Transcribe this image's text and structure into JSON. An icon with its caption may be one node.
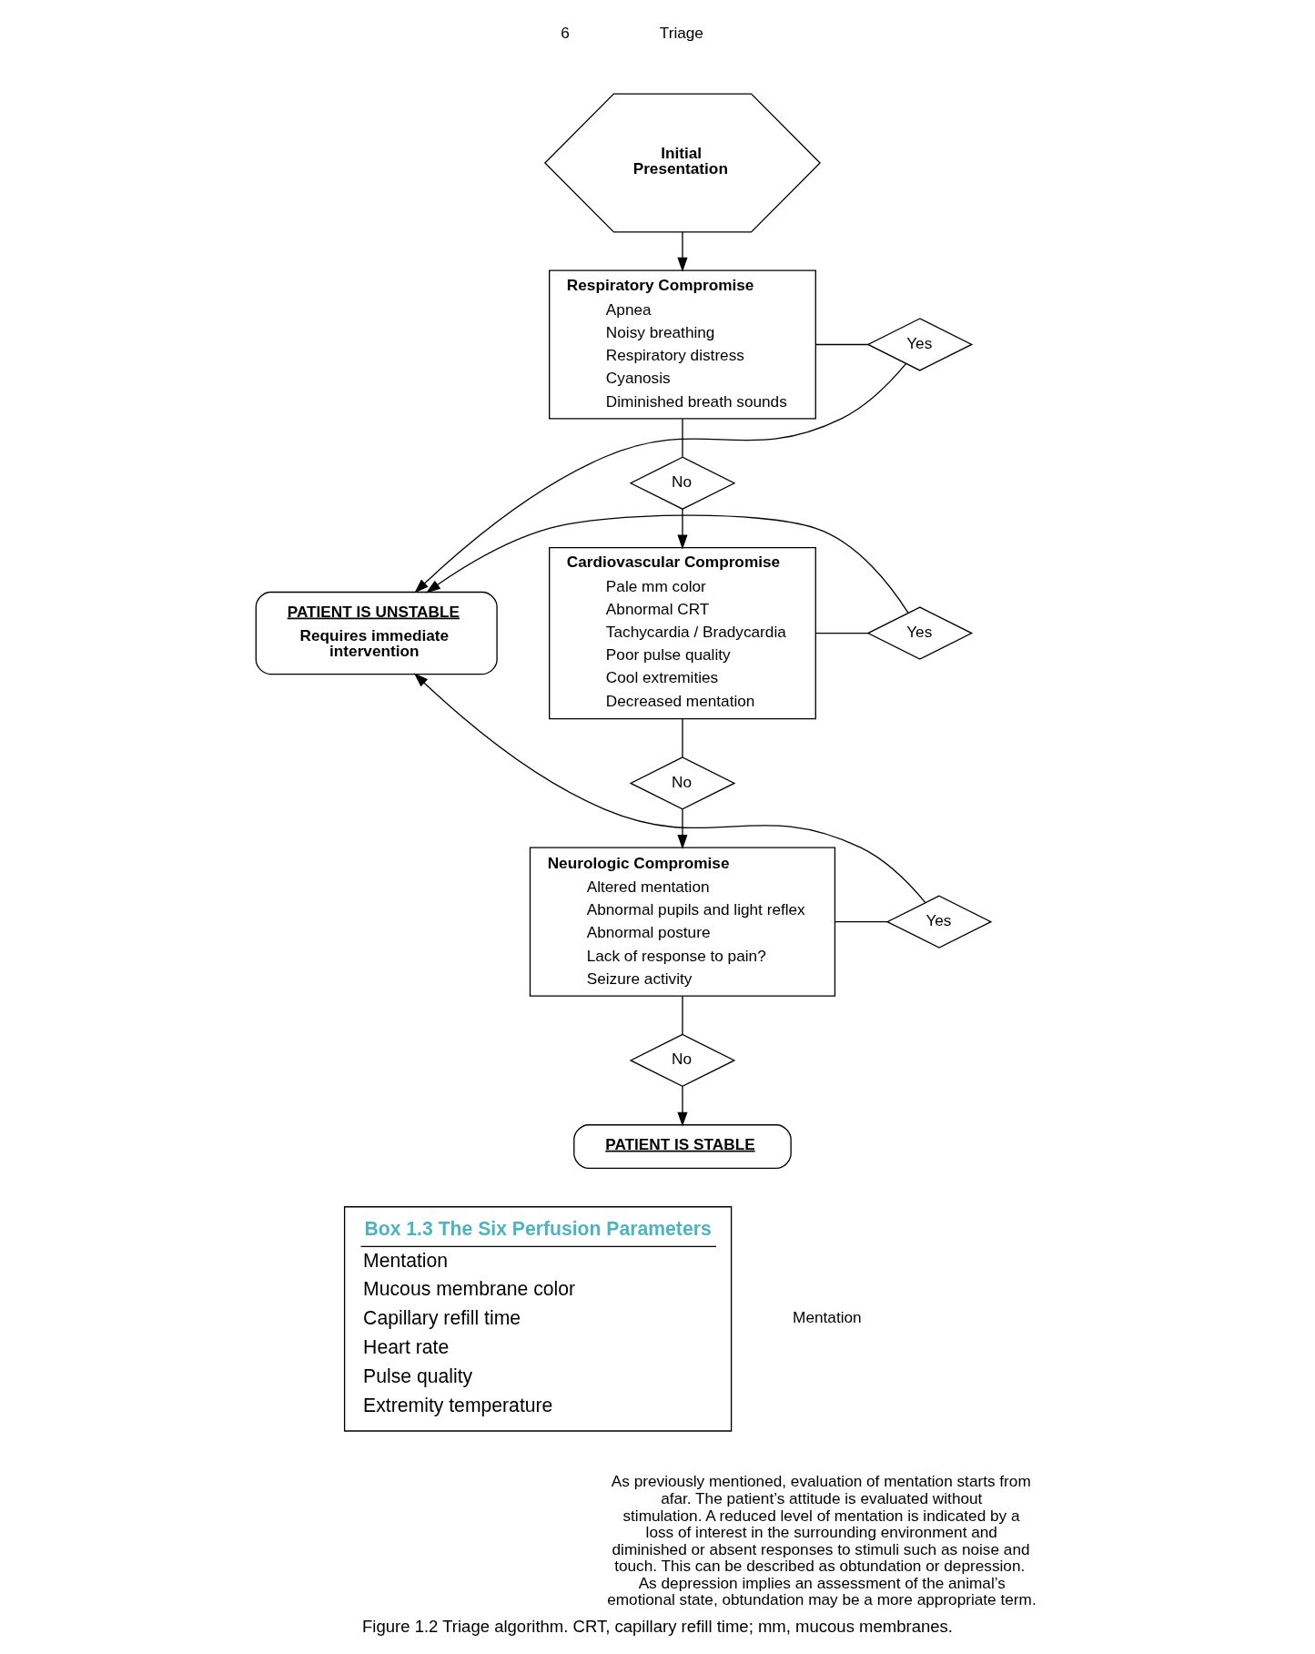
{
  "diagram": {
    "caption": "Figure 1.2 Triage algorithm. CRT, capillary refill time; mm, mucous membranes.",
    "nodes": [
      {
        "text": [
          "Initial Presentation"
        ]
      },
      {
        "text": [
          "Respiratory Compromise",
          "Apnea",
          "Noisy breathing",
          "Respiratory distress",
          "Cyanosis",
          "Diminished breath sounds"
        ]
      },
      {
        "text": [
          "Yes"
        ]
      },
      {
        "text": [
          "No"
        ]
      },
      {
        "text": [
          "Cardiovascular Compromise",
          "Pale mm color",
          "Abnormal CRT",
          "Tachycardia / Bradycardia",
          "Poor pulse quality",
          "Cool extremities",
          "Decreased mentation"
        ]
      },
      {
        "text": [
          "Yes"
        ]
      },
      {
        "text": [
          "PATIENT IS UNSTABLE",
          "Requires immediate intervention"
        ]
      },
      {
        "text": [
          "No"
        ]
      },
      {
        "text": [
          "Neurologic Compromise",
          "Altered mentation",
          "Abnormal pupils and light reflex",
          "Abnormal posture",
          "Lack of response to pain?",
          "Seizure activity"
        ]
      },
      {
        "text": [
          "Yes"
        ]
      },
      {
        "text": [
          "No"
        ]
      },
      {
        "text": [
          "PATIENT IS STABLE"
        ]
      },
      {
        "text": [
          "Box 1.3 The Six Perfusion Parameters",
          "Mentation",
          "Mucous membrane color",
          "Capillary refill time",
          "Heart rate",
          "Pulse quality",
          "Extremity temperature"
        ]
      }
    ],
    "edges": [
      {
        "from": 0,
        "to": 1,
        "arrow": "to"
      },
      {
        "from": 1,
        "to": 2,
        "arrow": "none"
      },
      {
        "from": 2,
        "to": 6,
        "arrow": "to"
      },
      {
        "from": 1,
        "to": 3,
        "arrow": "none"
      },
      {
        "from": 3,
        "to": 4,
        "arrow": "to"
      },
      {
        "from": 4,
        "to": 5,
        "arrow": "none"
      },
      {
        "from": 5,
        "to": 6,
        "arrow": "to"
      },
      {
        "from": 4,
        "to": 7,
        "arrow": "none"
      },
      {
        "from": 7,
        "to": 8,
        "arrow": "to"
      },
      {
        "from": 8,
        "to": 9,
        "arrow": "none"
      },
      {
        "from": 9,
        "to": 6,
        "arrow": "to"
      },
      {
        "from": 8,
        "to": 10,
        "arrow": "none"
      },
      {
        "from": 10,
        "to": 11,
        "arrow": "to"
      }
    ],
    "labels": [
      "6",
      "Triage",
      "Mentation",
      "As previously mentioned, evaluation of mentation starts from afar. The patient’s attitude is evaluated without stimulation. A reduced level of mentation is indicated by a loss of interest in the surrounding environment and diminished or absent responses to stimuli such as noise and touch. This can be described as obtundation or depression. As depression implies an assessment of the animal’s emotional state, obtundation may be a more appropriate term."
    ]
  }
}
